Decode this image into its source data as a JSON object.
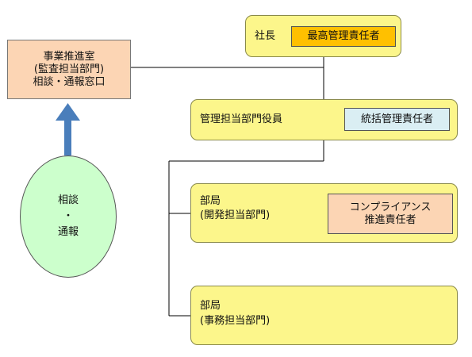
{
  "promotion_office": {
    "line1": "事業推進室",
    "line2": "(監査担当部門)",
    "line3": "相談・通報窓口"
  },
  "president": {
    "label": "社長",
    "role": "最高管理責任者"
  },
  "management_officer": {
    "label": "管理担当部門役員",
    "role": "統括管理責任者"
  },
  "dev_dept": {
    "line1": "部局",
    "line2": "(開発担当部門)",
    "role_line1": "コンプライアンス",
    "role_line2": "推進責任者"
  },
  "admin_dept": {
    "line1": "部局",
    "line2": "(事務担当部門)"
  },
  "report_circle": {
    "line1": "相談",
    "line2": "・",
    "line3": "通報"
  },
  "colors": {
    "yellow_box": "#fcf68b",
    "orange_badge": "#ffc000",
    "blue_badge": "#daeef3",
    "peach_box": "#fcd5b4",
    "green_circle": "#ccffcc",
    "arrow_blue": "#4a7ebb"
  }
}
